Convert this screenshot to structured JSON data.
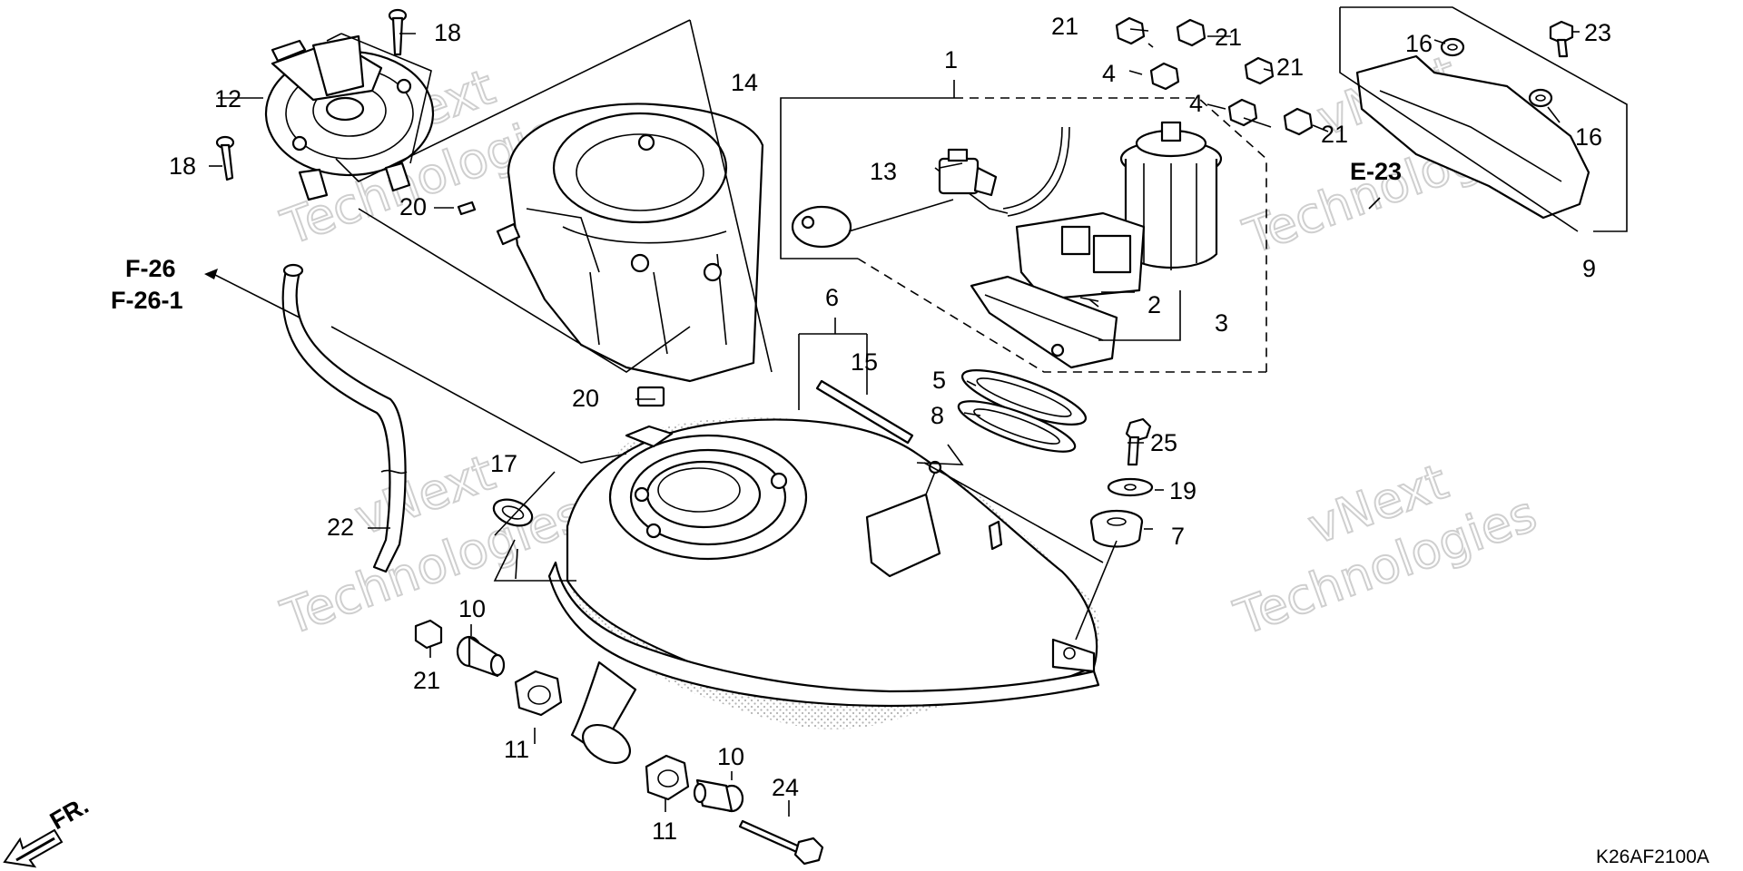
{
  "diagram": {
    "drawing_code": "K26AF2100A",
    "front_arrow_label": "FR.",
    "references": {
      "f26": "F-26",
      "f26_1": "F-26-1",
      "e23": "E-23"
    },
    "watermark": {
      "line1": "vNext",
      "line2": "Technologies"
    },
    "callouts": {
      "c1": "1",
      "c2": "2",
      "c3": "3",
      "c4a": "4",
      "c4b": "4",
      "c5": "5",
      "c6": "6",
      "c7": "7",
      "c8": "8",
      "c9": "9",
      "c10a": "10",
      "c10b": "10",
      "c11a": "11",
      "c11b": "11",
      "c12": "12",
      "c13": "13",
      "c14": "14",
      "c15": "15",
      "c16a": "16",
      "c16b": "16",
      "c17": "17",
      "c18a": "18",
      "c18b": "18",
      "c19": "19",
      "c20a": "20",
      "c20b": "20",
      "c21a": "21",
      "c21b": "21",
      "c21c": "21",
      "c21d": "21",
      "c21e": "21",
      "c22": "22",
      "c23": "23",
      "c24": "24",
      "c25": "25"
    }
  }
}
